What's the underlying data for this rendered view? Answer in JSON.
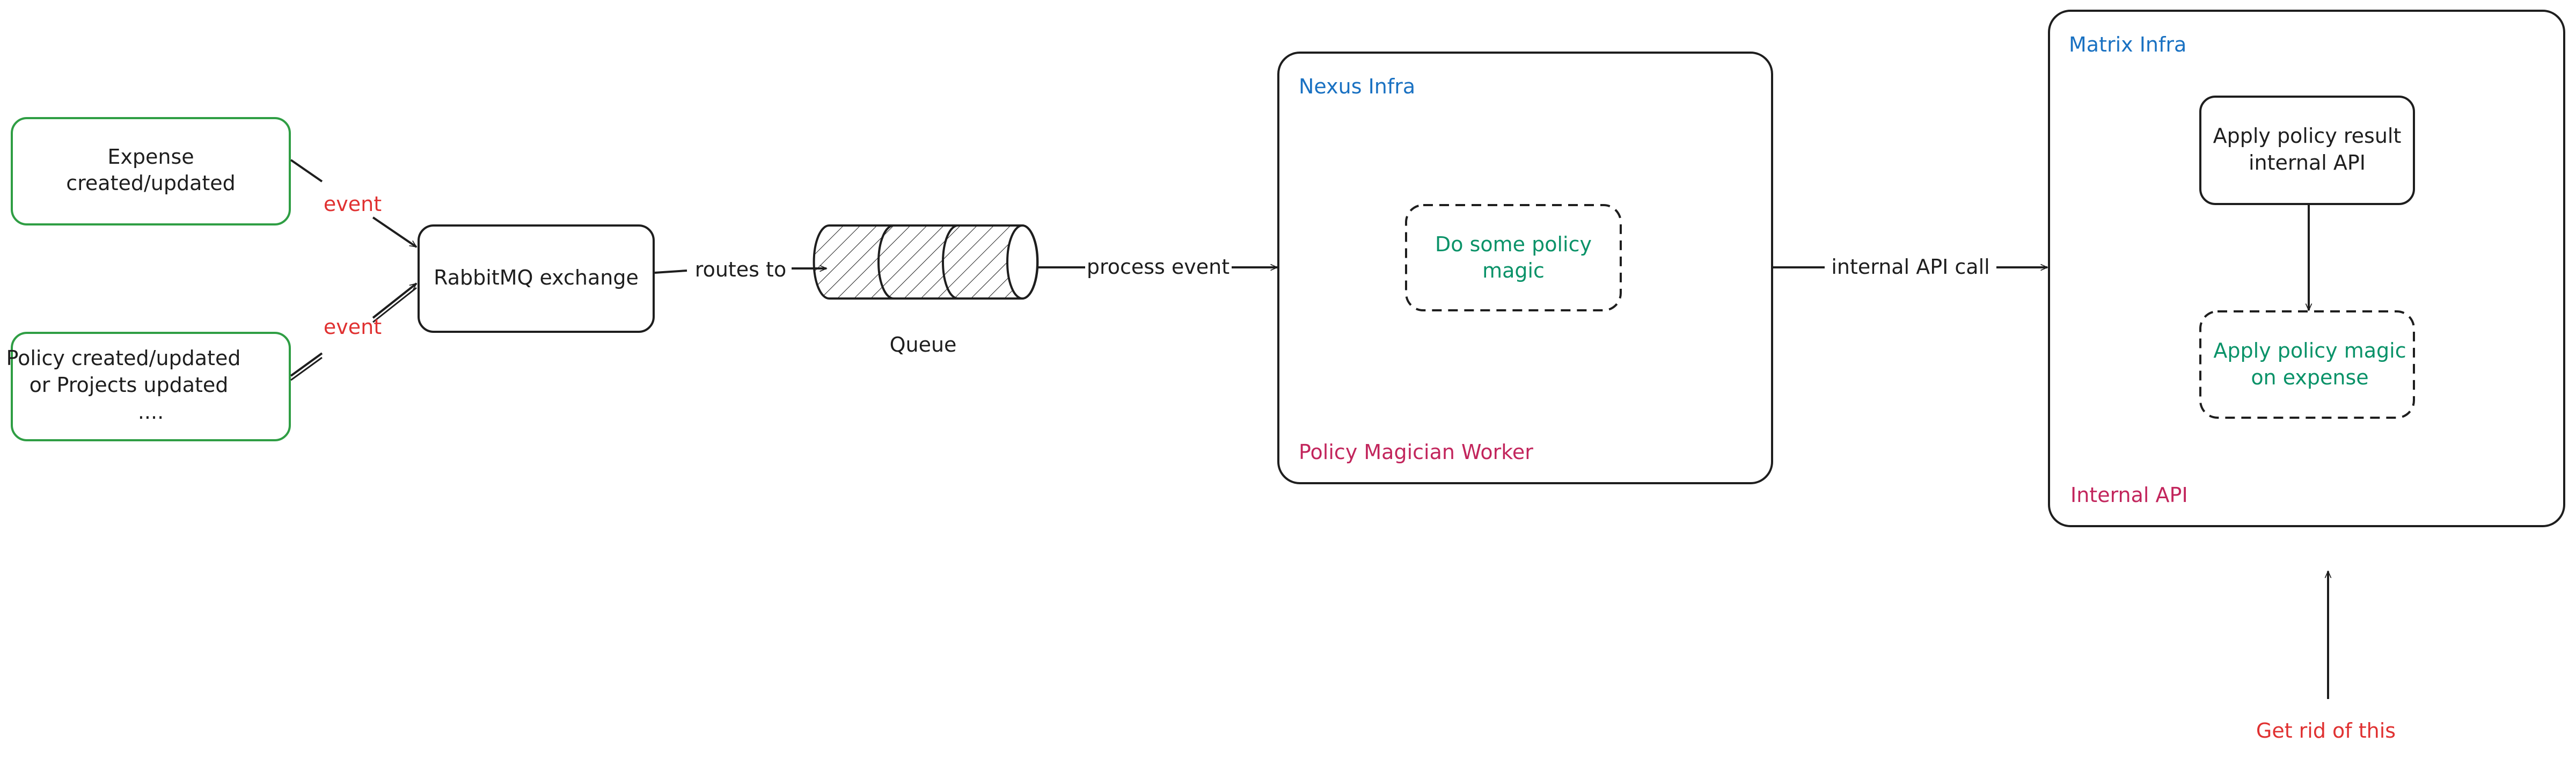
{
  "colors": {
    "ink": "#1e1e1e",
    "green_border": "#2f9e44",
    "green_text": "#099268",
    "event_red": "#e03131",
    "infra_blue": "#1971c2",
    "worker_magenta": "#c2255c",
    "annotation_red": "#e03131"
  },
  "sources": {
    "expense": {
      "line1": "Expense",
      "line2": "created/updated"
    },
    "policy": {
      "line1": "Policy created/updated",
      "line2": "or Projects updated",
      "line3": "...."
    }
  },
  "edges": {
    "event_top": "event",
    "event_bottom": "event",
    "routes_to": "routes to",
    "process_event": "process event",
    "internal_api_call": "internal API call"
  },
  "exchange": {
    "label": "RabbitMQ exchange"
  },
  "queue": {
    "label": "Queue"
  },
  "nexus": {
    "title": "Nexus Infra",
    "inner_line1": "Do some policy",
    "inner_line2": "magic",
    "footer": "Policy Magician Worker"
  },
  "matrix": {
    "title": "Matrix Infra",
    "api_line1": "Apply policy result",
    "api_line2": "internal API",
    "magic_line1": "Apply policy magic",
    "magic_line2": "on expense",
    "footer": "Internal API"
  },
  "annotation": {
    "text": "Get rid of this"
  }
}
